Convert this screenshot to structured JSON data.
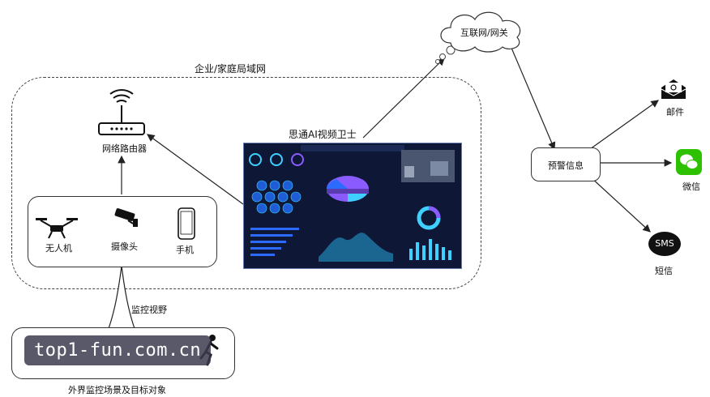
{
  "labels": {
    "internet": "互联网/网关",
    "lan": "企业/家庭局域网",
    "router": "网络路由器",
    "platform": "思通AI视频卫士",
    "drone": "无人机",
    "camera": "摄像头",
    "phone": "手机",
    "monitor_view": "监控视野",
    "external": "外界监控场景及目标对象",
    "alert": "预警信息",
    "email": "邮件",
    "wechat": "微信",
    "sms_icon": "SMS",
    "sms": "短信",
    "watermark": "top1-fun.com.cn"
  },
  "colors": {
    "wechat": "#2dc100",
    "dashboard_bg": "#111b3a",
    "accent_cyan": "#3fd0ff",
    "accent_purple": "#8a5cff"
  }
}
